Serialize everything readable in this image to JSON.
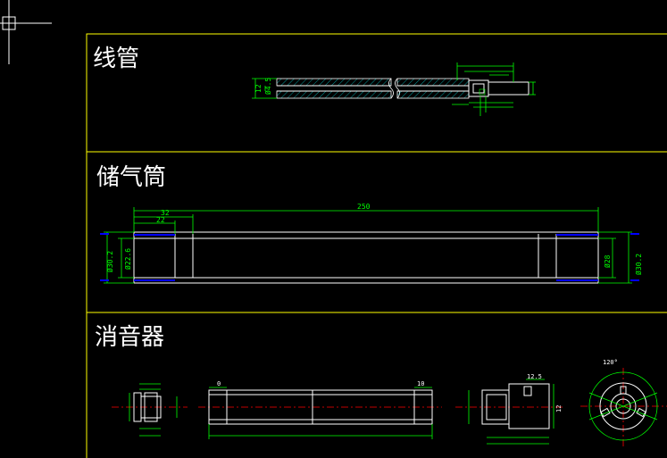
{
  "panels": {
    "tube": {
      "title": "线管",
      "dims": {
        "outer_height": "12",
        "inner_diameter": "Ø4.5"
      }
    },
    "tank": {
      "title": "储气筒",
      "dims": {
        "length": "250",
        "step1": "32",
        "step2": "22",
        "inner_left": "Ø22.6",
        "outer_left": "Ø30.2",
        "inner_right": "Ø28",
        "outer_right": "Ø30.2"
      }
    },
    "muffler": {
      "title": "消音器",
      "dims": {
        "dim_0": "0",
        "dim_10": "10",
        "dim_12_5": "12.5",
        "dim_12": "12",
        "angle_label": "120°"
      }
    }
  },
  "colors": {
    "background": "#000000",
    "frame": "#ffff00",
    "outline": "#ffffff",
    "dimension": "#00ff00",
    "centerline": "#ff0000",
    "hatch": "#00ffff",
    "highlight": "#0000ff"
  },
  "icons": {
    "cursor": "crosshair-cursor-icon"
  }
}
